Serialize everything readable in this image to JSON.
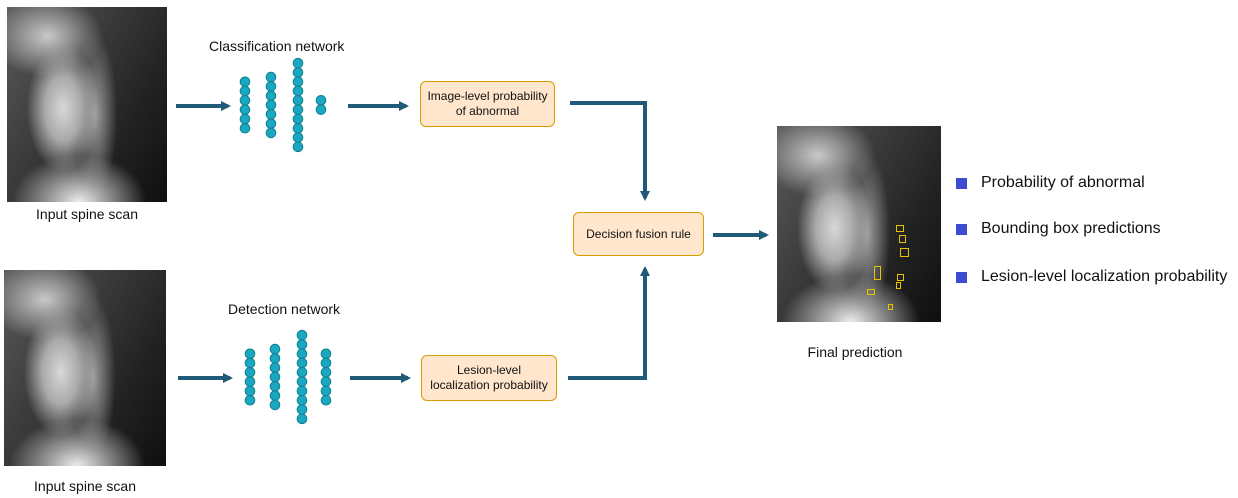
{
  "colors": {
    "arrow": "#1f5a78",
    "node": "#1aa7c0",
    "node_stroke": "#0d7f93",
    "box_fill": "#ffe6cc",
    "box_stroke": "#d79b00",
    "legend_square": "#3d4bd1",
    "bbox": "#e8c400"
  },
  "inputs": {
    "top_caption": "Input spine scan",
    "bottom_caption": "Input spine scan"
  },
  "classification": {
    "title": "Classification network",
    "output_box": "Image-level probability of abnormal",
    "layers": [
      6,
      7,
      10,
      2
    ]
  },
  "detection": {
    "title": "Detection network",
    "output_box": "Lesion-level localization probability",
    "layers": [
      6,
      7,
      10,
      6
    ]
  },
  "fusion": {
    "box": "Decision fusion rule"
  },
  "final": {
    "caption": "Final prediction"
  },
  "legend": [
    {
      "label": "Probability of abnormal",
      "icon": "square-icon"
    },
    {
      "label": "Bounding box predictions",
      "icon": "square-icon"
    },
    {
      "label": "Lesion-level localization probability",
      "icon": "square-icon"
    }
  ]
}
